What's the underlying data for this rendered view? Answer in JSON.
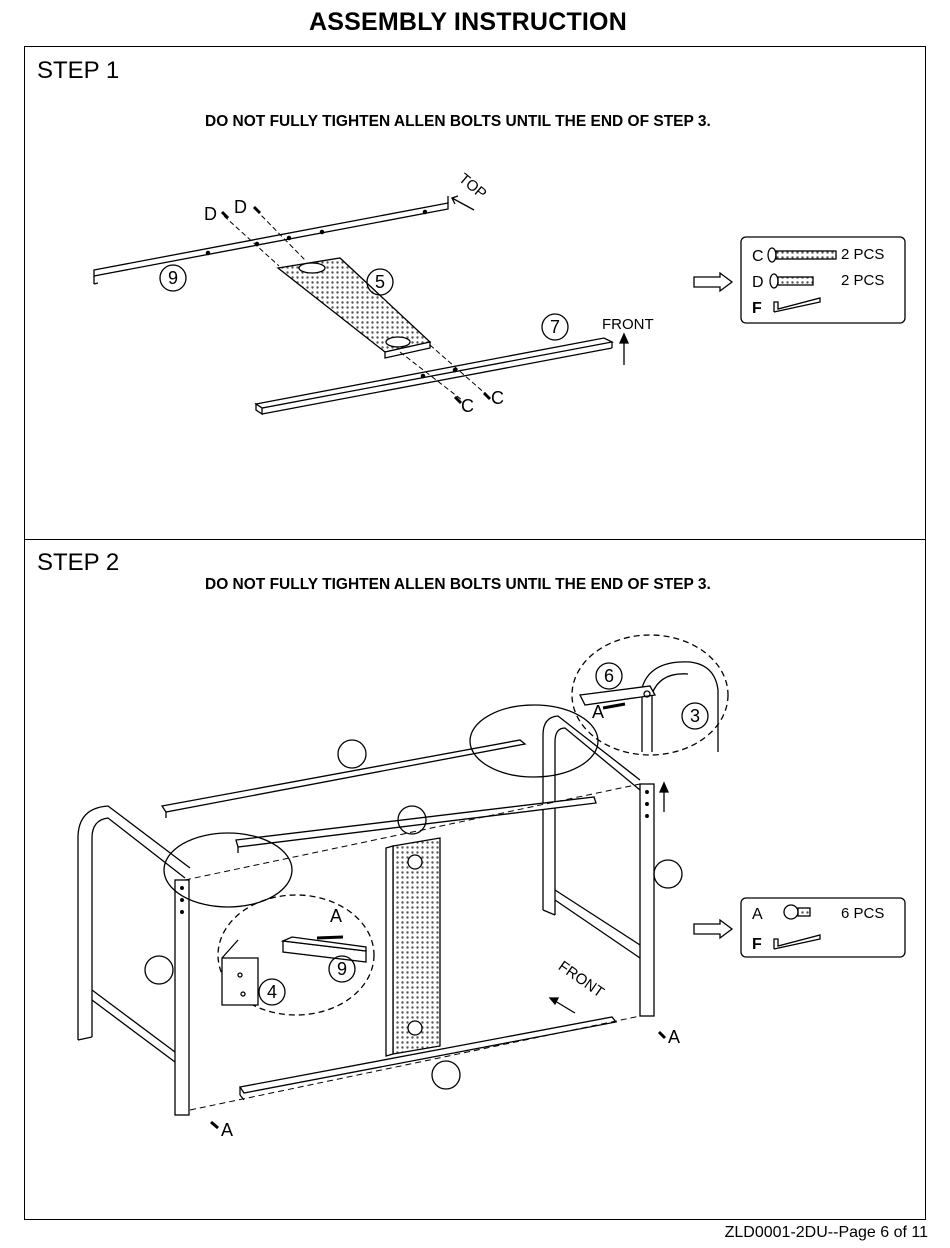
{
  "title": "ASSEMBLY INSTRUCTION",
  "footer": "ZLD0001-2DU--Page 6 of 11",
  "step1": {
    "heading": "STEP 1",
    "note": "DO NOT FULLY TIGHTEN ALLEN BOLTS UNTIL THE END OF STEP 3.",
    "labels": {
      "top": "TOP",
      "front": "FRONT",
      "part9": "9",
      "part5": "5",
      "part7": "7",
      "d1": "D",
      "d2": "D",
      "c1": "C",
      "c2": "C"
    },
    "hardware": [
      {
        "letter": "C",
        "qty": "2 PCS"
      },
      {
        "letter": "D",
        "qty": "2 PCS"
      },
      {
        "letter": "F",
        "qty": ""
      }
    ]
  },
  "step2": {
    "heading": "STEP 2",
    "note": "DO NOT FULLY TIGHTEN ALLEN BOLTS UNTIL THE END OF STEP 3.",
    "labels": {
      "part6": "6",
      "part3": "3",
      "part9": "9",
      "part4": "4",
      "a_detail1": "A",
      "a_detail2": "A",
      "a_right": "A",
      "a_left": "A",
      "front": "FRONT"
    },
    "hardware": [
      {
        "letter": "A",
        "qty": "6 PCS"
      },
      {
        "letter": "F",
        "qty": ""
      }
    ]
  },
  "colors": {
    "line": "#000000",
    "mesh": "#666666"
  }
}
